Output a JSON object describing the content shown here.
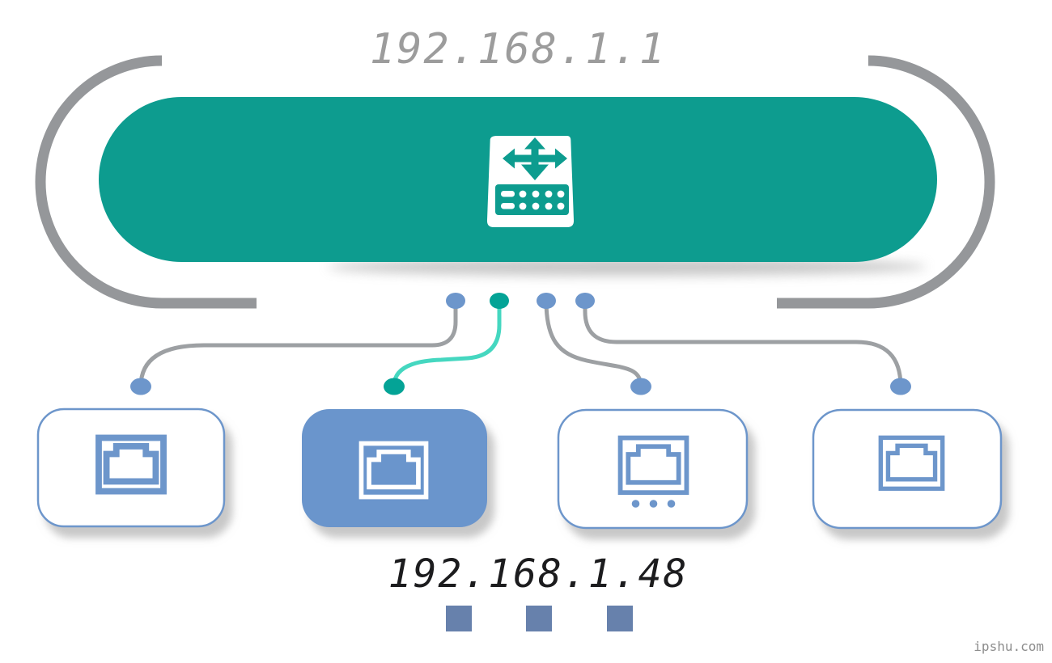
{
  "diagram_title": "Router and connected device IP diagram",
  "router": {
    "ip": "192.168.1.1",
    "icon": "network-switch-icon",
    "port_dots": [
      {
        "index": 1,
        "color_key": "blue"
      },
      {
        "index": 2,
        "color_key": "teal_dot"
      },
      {
        "index": 3,
        "color_key": "blue"
      },
      {
        "index": 4,
        "color_key": "blue"
      }
    ]
  },
  "connections": [
    {
      "from_port": 1,
      "to_device": 1,
      "color_key": "gray_line"
    },
    {
      "from_port": 2,
      "to_device": 2,
      "color_key": "mint"
    },
    {
      "from_port": 3,
      "to_device": 3,
      "color_key": "gray_line"
    },
    {
      "from_port": 4,
      "to_device": 4,
      "color_key": "gray_line"
    }
  ],
  "devices": [
    {
      "index": 1,
      "icon": "ethernet-port-icon",
      "highlighted": false,
      "ellipsis": false
    },
    {
      "index": 2,
      "icon": "ethernet-port-icon",
      "highlighted": true,
      "ellipsis": false
    },
    {
      "index": 3,
      "icon": "ethernet-port-icon",
      "highlighted": false,
      "ellipsis": true
    },
    {
      "index": 4,
      "icon": "ethernet-port-icon",
      "highlighted": false,
      "ellipsis": false
    }
  ],
  "highlighted_device_ip": "192.168.1.48",
  "footer_squares_count": 3,
  "watermark": "ipshu.com",
  "colors": {
    "teal": "#0d9c8f",
    "teal_dot": "#04a396",
    "mint": "#45d7c0",
    "blue": "#6d96cb",
    "blue_fill": "#6a95cc",
    "steel": "#6781ac",
    "gray_arc": "#95979a",
    "gray_line": "#9da0a3",
    "text_gray": "#9c9c9c",
    "text_dark": "#1c1c1e",
    "text_watermark": "#8d8d8d"
  }
}
